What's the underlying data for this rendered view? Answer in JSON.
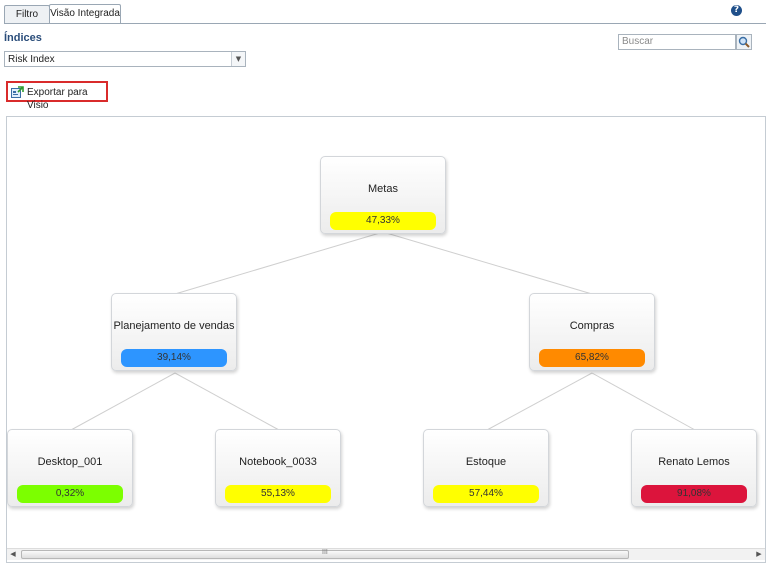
{
  "tabs": [
    {
      "label": "Filtro"
    },
    {
      "label": "Visão Integrada"
    }
  ],
  "help_icon": "help-circle-icon",
  "indices": {
    "label": "Índices",
    "selected": "Risk Index"
  },
  "search": {
    "placeholder": "Buscar",
    "icon": "magnifier-icon"
  },
  "export": {
    "label": "Exportar para Visio",
    "icon": "visio-export-icon"
  },
  "tree": {
    "root": {
      "name": "Metas",
      "value": "47,33%",
      "color": "#ffff00"
    },
    "level1": [
      {
        "name": "Planejamento de vendas",
        "value": "39,14%",
        "color": "#2d95ff"
      },
      {
        "name": "Compras",
        "value": "65,82%",
        "color": "#ff8a00"
      }
    ],
    "level2": [
      {
        "name": "Desktop_001",
        "value": "0,32%",
        "color": "#7cff00"
      },
      {
        "name": "Notebook_0033",
        "value": "55,13%",
        "color": "#ffff00"
      },
      {
        "name": "Estoque",
        "value": "57,44%",
        "color": "#ffff00"
      },
      {
        "name": "Renato Lemos",
        "value": "91,08%",
        "color": "#dc143c"
      }
    ]
  },
  "scrollbar": {
    "grip": "III"
  }
}
